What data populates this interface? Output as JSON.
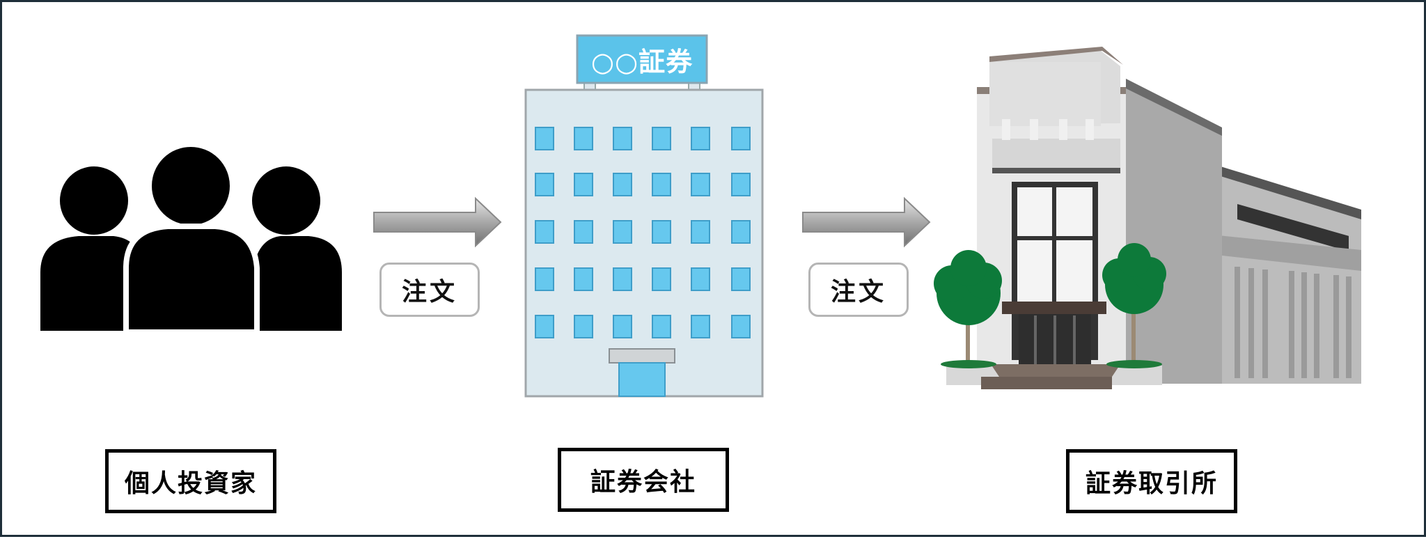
{
  "nodes": {
    "investor": {
      "label": "個人投資家"
    },
    "broker": {
      "label": "証券会社",
      "sign_text": "○○証券"
    },
    "exchange": {
      "label": "証券取引所"
    }
  },
  "arrows": [
    {
      "label": "注文"
    },
    {
      "label": "注文"
    }
  ],
  "colors": {
    "frame": "#1f2f3a",
    "window_blue": "#66c8ee",
    "building_facade": "#dce9ef",
    "tree_green": "#0d7a3a",
    "arrow_gray": "#a9a9a9"
  }
}
